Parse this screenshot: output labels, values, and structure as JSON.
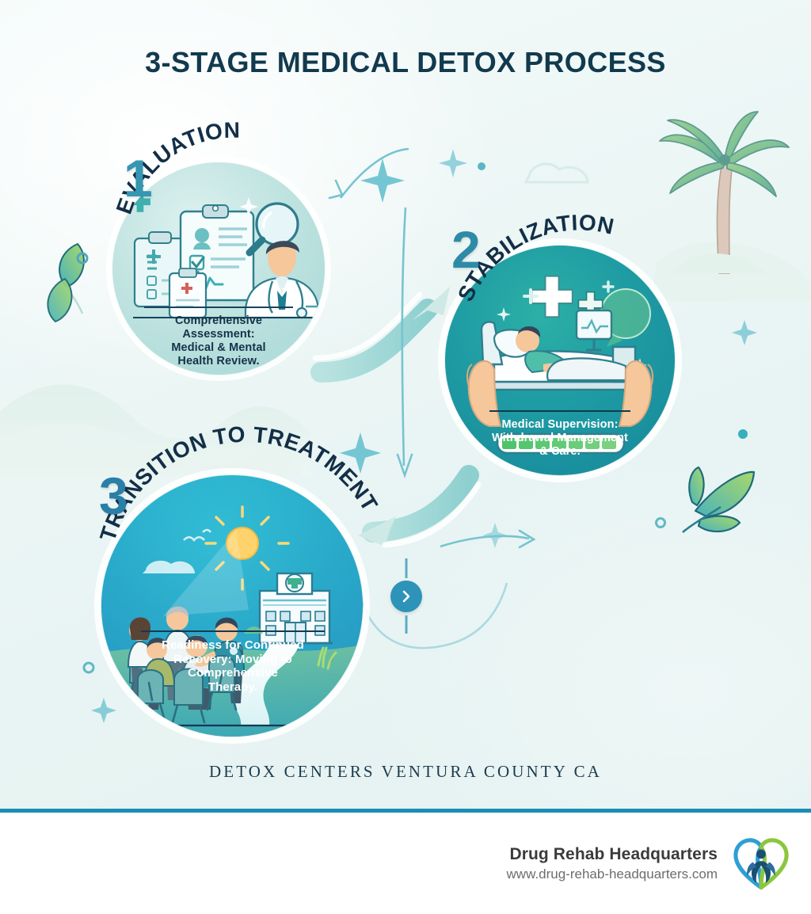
{
  "title": "3-STAGE MEDICAL DETOX PROCESS",
  "caption": "DETOX CENTERS VENTURA COUNTY CA",
  "stages": [
    {
      "number": "1",
      "label": "EVALUATION",
      "body": "Comprehensive Assessment: Medical & Mental Health Review.",
      "body_lines": [
        "Comprehensive",
        "Assessment:",
        "Medical & Mental",
        "Health Review."
      ],
      "illustration": "doctor-clipboard-magnifier-illustration",
      "circle_color": "#bfe3e0",
      "number_color": "#3597b2",
      "text_color": "#153248"
    },
    {
      "number": "2",
      "label": "STABILIZATION",
      "body": "Medical Supervision: Withdrawal Management & Care.",
      "body_lines": [
        "Medical Supervision:",
        "Withdrawal Management",
        "& Care."
      ],
      "illustration": "patient-hospital-bed-caring-hands-illustration",
      "circle_color": "#1e9ba3",
      "number_color": "#2e8ba7",
      "text_color": "#ffffff"
    },
    {
      "number": "3",
      "label": "TRANSITION TO TREATMENT",
      "body": "Readiness for Continued Recovery: Moving to Comprehensive Therapy.",
      "body_lines": [
        "Readiness for Continued",
        "Recovery: Moving to",
        "Comprehensive",
        "Therapy."
      ],
      "illustration": "group-therapy-path-hospital-illustration",
      "circle_color": "#27a5c6",
      "number_color": "#2a7fa8",
      "text_color": "#ffffff"
    }
  ],
  "next_button": {
    "icon": "chevron-right-icon"
  },
  "decorations": {
    "palm_tree": "palm-tree-illustration",
    "leaves_left": "leaf-sprig-illustration",
    "leaves_right": "leaf-branch-illustration",
    "hills": "rolling-hills-illustration",
    "sparkles": "four-point-star-sparkle"
  },
  "footer": {
    "brand_name": "Drug Rehab Headquarters",
    "url": "www.drug-rehab-headquarters.com",
    "logo": "heart-people-logo",
    "logo_colors": {
      "blue": "#2e9fd4",
      "green": "#8cc63f",
      "figure": "#1b4f72"
    },
    "divider_color": "#1b8db5"
  }
}
